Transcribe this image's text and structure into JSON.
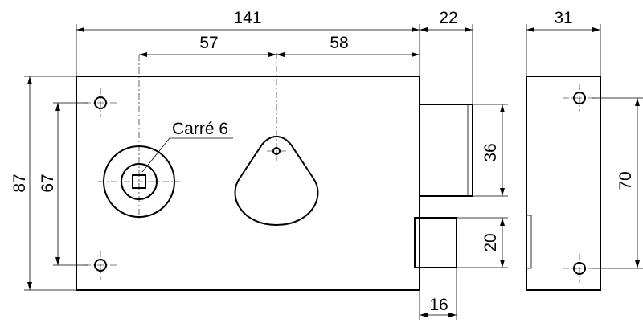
{
  "dimensions": {
    "overall_width": "141",
    "bolt_width": "22",
    "side_width": "31",
    "left_to_center": "57",
    "center_to_right": "58",
    "overall_height": "87",
    "hole_spacing_left": "67",
    "bolt_height": "36",
    "side_hole_spacing": "70",
    "latch_height": "20",
    "latch_width": "16"
  },
  "labels": {
    "spindle": "Carré 6"
  }
}
